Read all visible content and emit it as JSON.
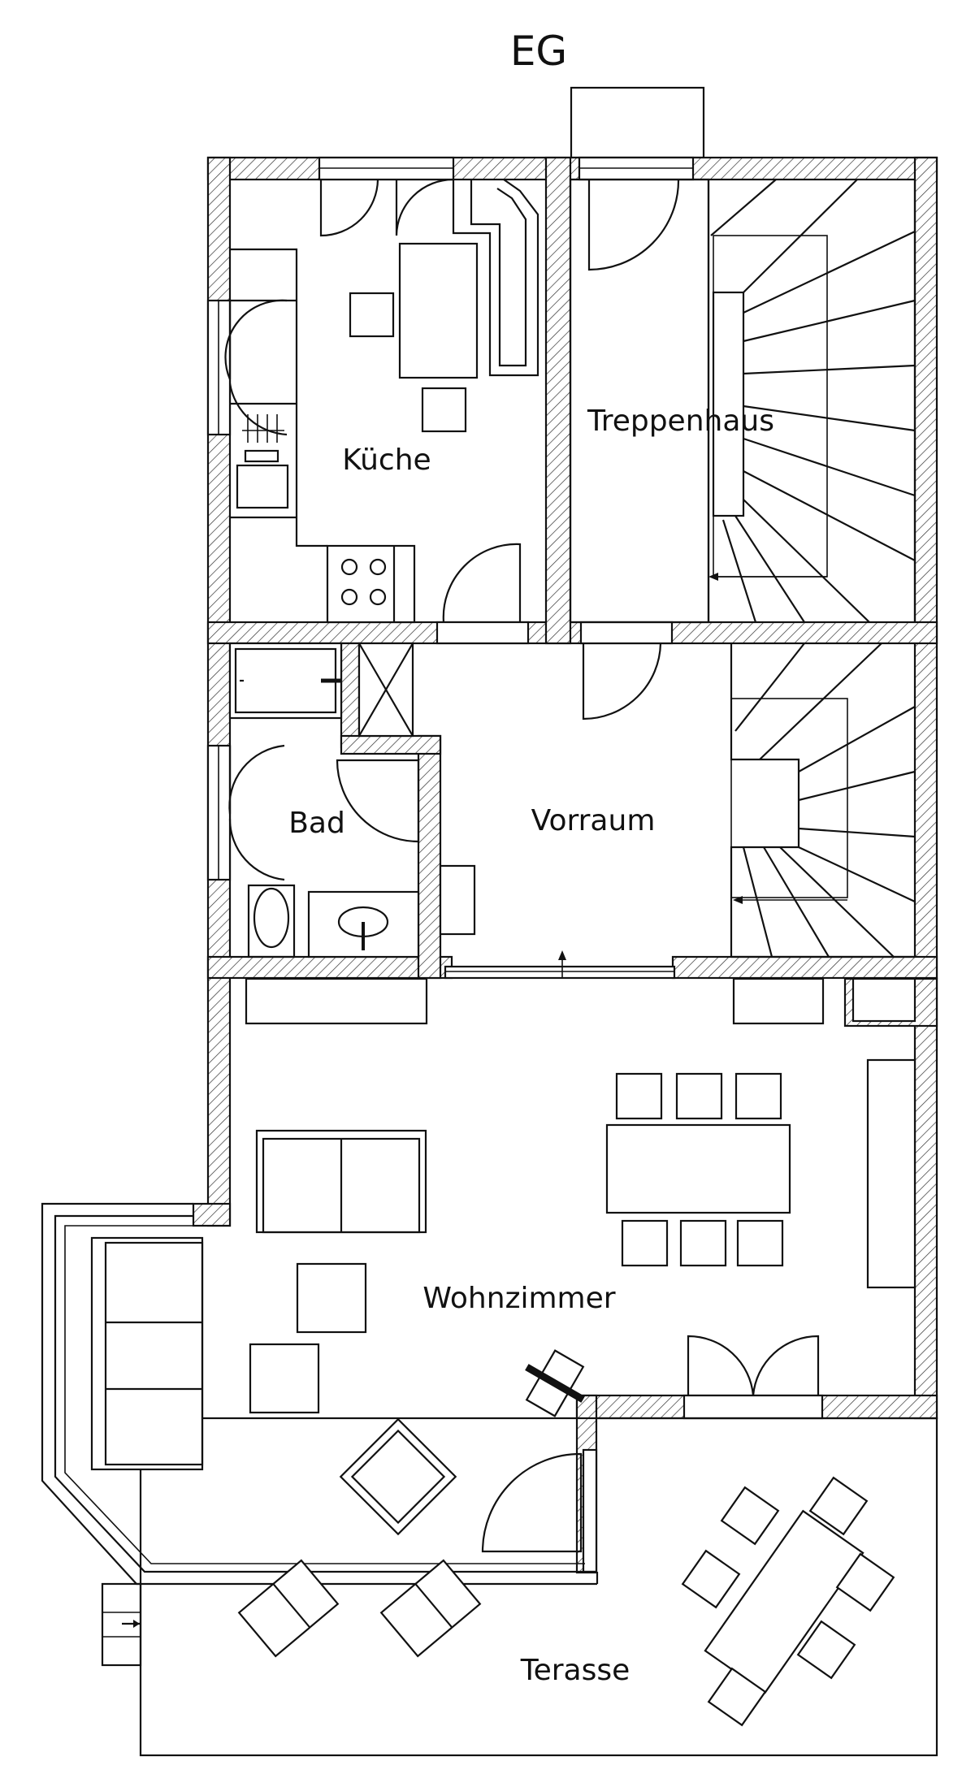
{
  "title": "EG",
  "rooms": {
    "kueche": "Küche",
    "treppenhaus": "Treppenhaus",
    "bad": "Bad",
    "vorraum": "Vorraum",
    "wohnzimmer": "Wohnzimmer",
    "terasse": "Terasse"
  }
}
